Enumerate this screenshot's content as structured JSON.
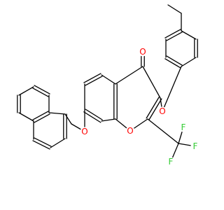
{
  "atoms": [
    {
      "id": "O_carbonyl",
      "label": "O",
      "color": "#ff0000"
    },
    {
      "id": "O_ether_phenoxy",
      "label": "O",
      "color": "#ff0000"
    },
    {
      "id": "O_ring",
      "label": "O",
      "color": "#ff0000"
    },
    {
      "id": "O_ether_naphthyl",
      "label": "O",
      "color": "#ff0000"
    },
    {
      "id": "F_top",
      "label": "F",
      "color": "#33cc33"
    },
    {
      "id": "F_right",
      "label": "F",
      "color": "#33cc33"
    },
    {
      "id": "F_bottom",
      "label": "F",
      "color": "#33cc33"
    }
  ]
}
